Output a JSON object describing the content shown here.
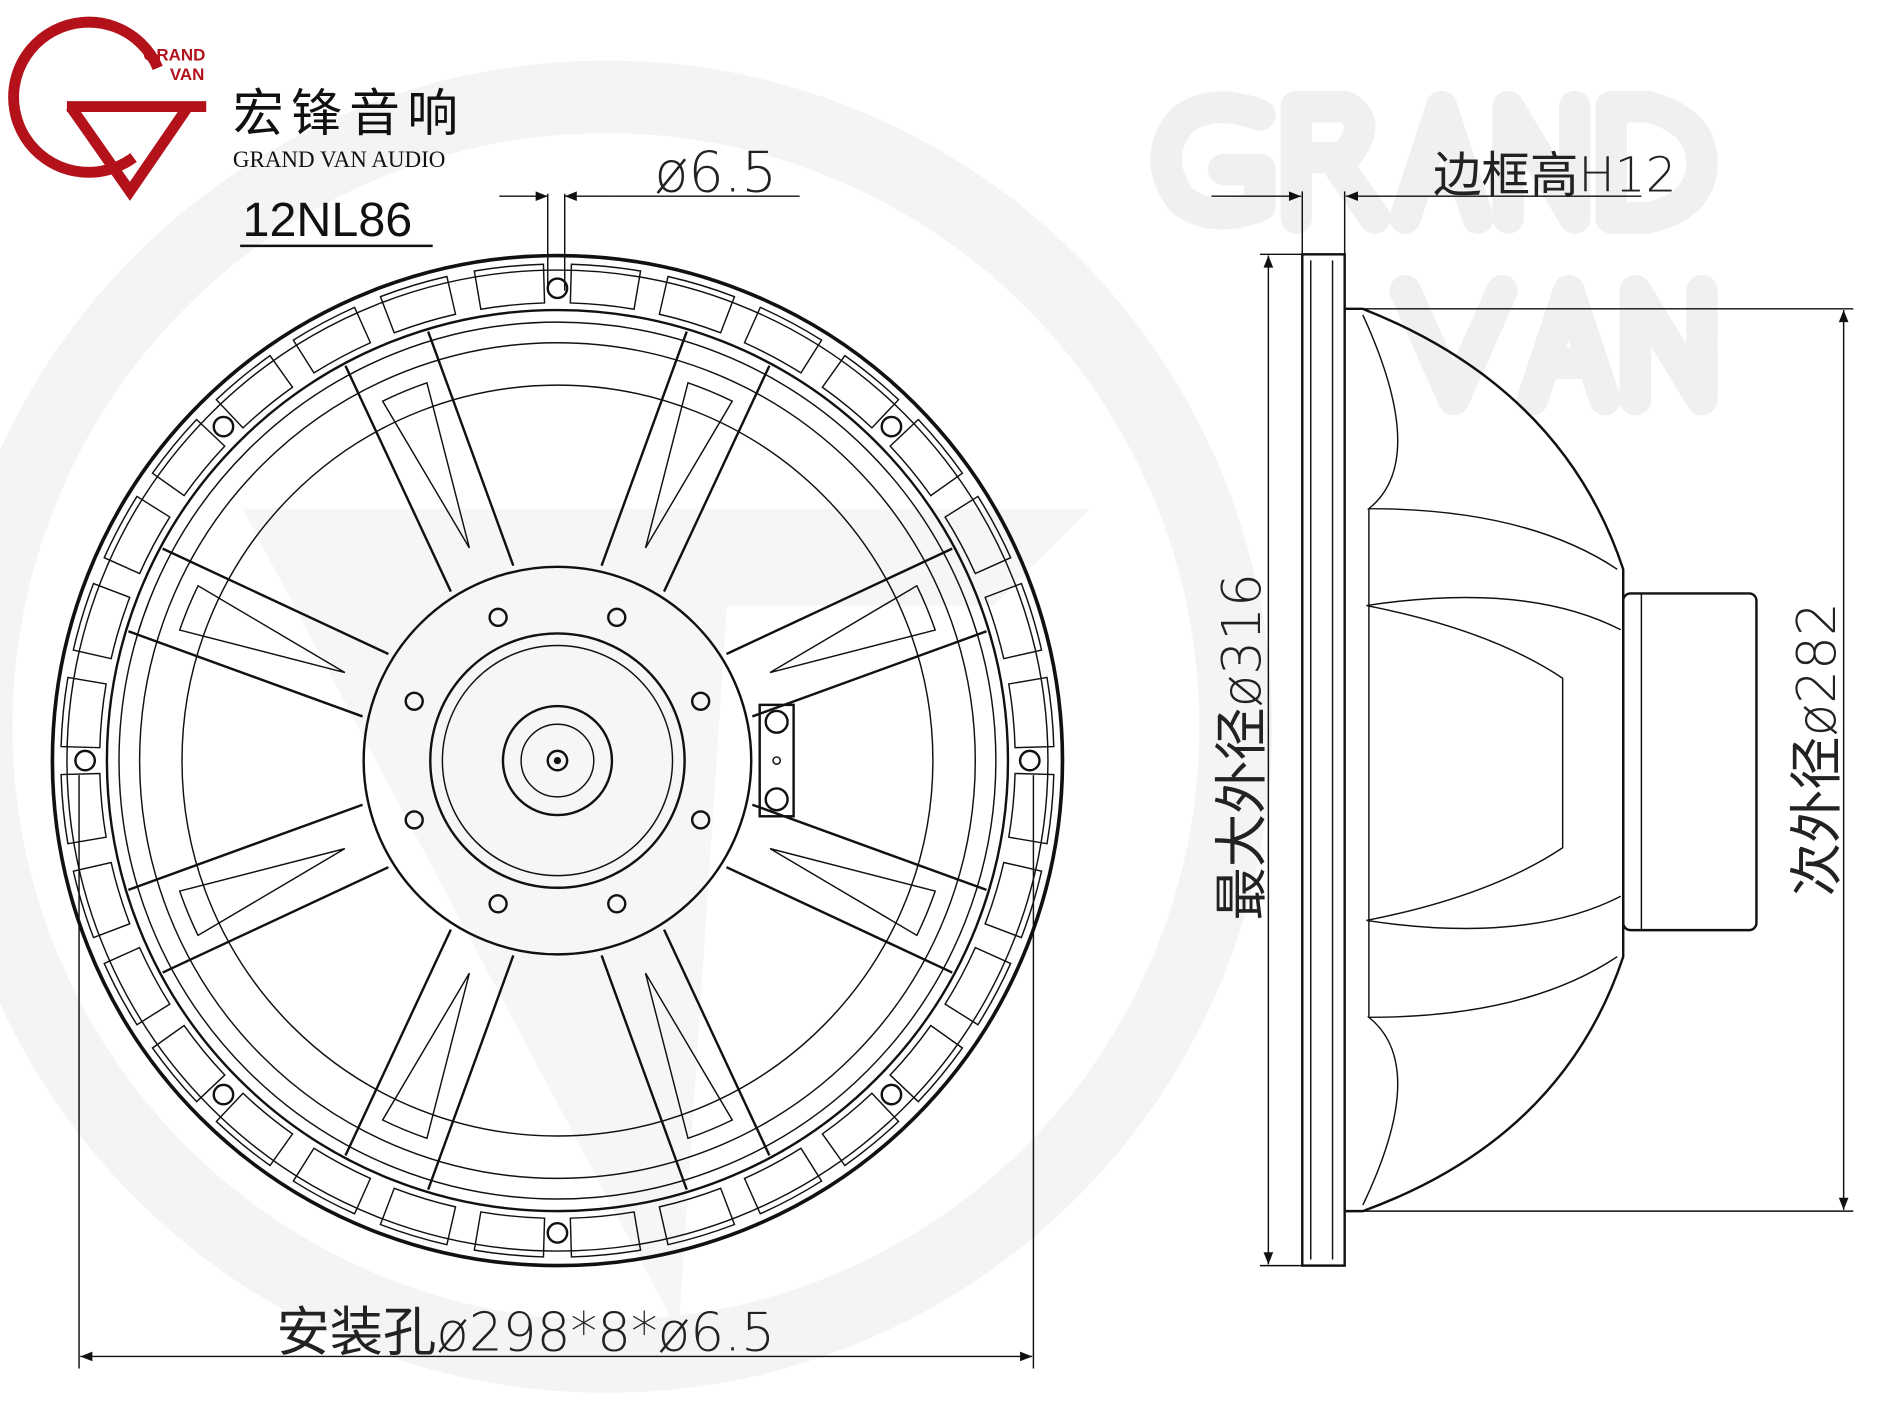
{
  "logo": {
    "mark_text": [
      "GRAND",
      "VAN"
    ],
    "chinese_name": "宏锋音响",
    "english_name": "GRAND VAN AUDIO",
    "brand_color": "#b3121b"
  },
  "watermark": {
    "lines": [
      "GRAND",
      "VAN"
    ]
  },
  "model": "12NL86",
  "dimensions": {
    "hole_diameter": "ø6.5",
    "frame_height": "边框高H12",
    "max_outer_diameter": "最大外径ø316",
    "secondary_outer_diameter": "次外径ø282",
    "mounting_holes": "安装孔ø298*8*ø6.5"
  }
}
